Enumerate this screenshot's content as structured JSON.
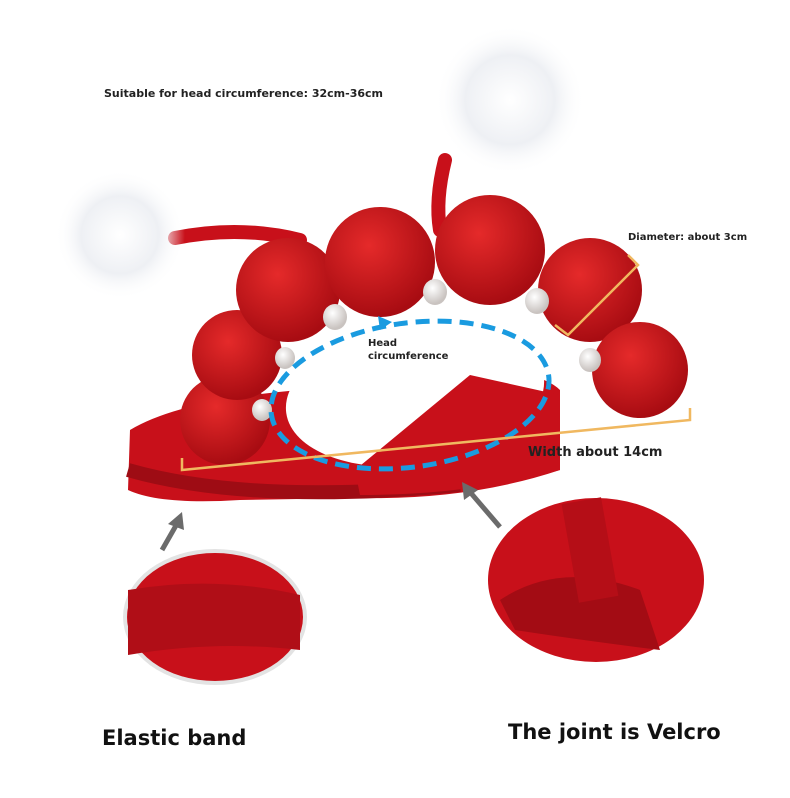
{
  "labels": {
    "head_range": "Suitable for head circumference: 32cm-36cm",
    "diameter": "Diameter: about 3cm",
    "head_circ_line1": "Head",
    "head_circ_line2": "circumference",
    "width": "Width about 14cm",
    "elastic": "Elastic band",
    "velcro": "The joint is Velcro"
  },
  "colors": {
    "red": "#c8101a",
    "dark_red": "#9e0c14",
    "measure": "#f0b860",
    "dashed": "#1a9be0",
    "arrow": "#6b6b6b"
  }
}
